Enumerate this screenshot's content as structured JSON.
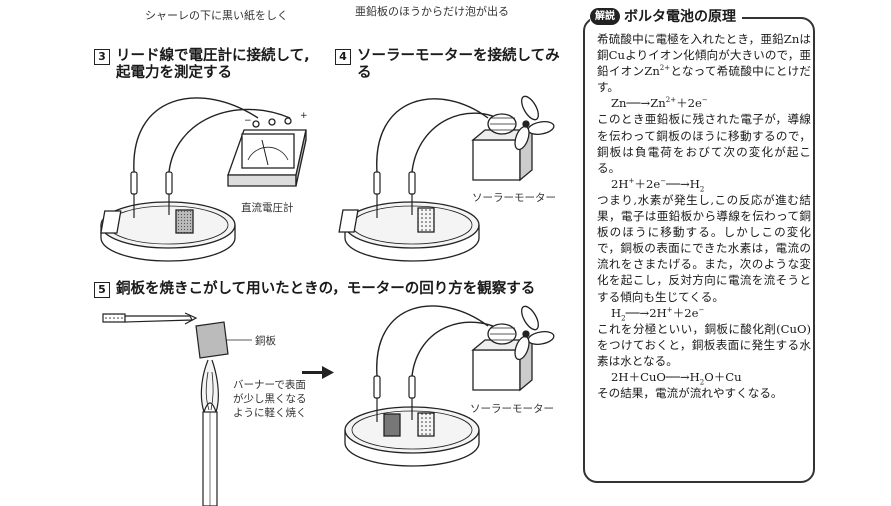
{
  "top_captions": {
    "left": "シャーレの下に黒い紙をしく",
    "right": "亜鉛板のほうからだけ泡が出る"
  },
  "steps": [
    {
      "num": "3",
      "title": "リード線で電圧計に接続して,\n起電力を測定する"
    },
    {
      "num": "4",
      "title": "ソーラーモーターを接続してみる"
    },
    {
      "num": "5",
      "title": "銅板を焼きこがして用いたときの，モーターの回り方を観察する"
    }
  ],
  "labels": {
    "voltmeter": "直流電圧計",
    "motor_1": "ソーラーモーター",
    "motor_2": "ソーラーモーター",
    "copper_plate": "銅板",
    "burner_note": "バーナーで表面\nが少し黒くなる\nように軽く焼く"
  },
  "sidebar": {
    "badge": "解説",
    "title": "ボルタ電池の原理",
    "paragraphs": [
      {
        "type": "text",
        "html": "希硫酸中に電極を入れたとき，亜鉛Znは銅Cuよりイオン化傾向が大きいので，亜鉛イオンZn<sup>2+</sup>となって希硫酸中にとけだす。"
      },
      {
        "type": "eq",
        "html": "Zn──→Zn<sup>2+</sup>＋2e<sup>−</sup>"
      },
      {
        "type": "text",
        "html": "このとき亜鉛板に残された電子が，導線を伝わって銅板のほうに移動するので，銅板は負電荷をおびて次の変化が起こる。"
      },
      {
        "type": "eq",
        "html": "2H<sup>+</sup>＋2e<sup>−</sup>──→H<sub>2</sub>"
      },
      {
        "type": "text",
        "html": "つまり,水素が発生し,この反応が進む結果，電子は亜鉛板から導線を伝わって銅板のほうに移動する。しかしこの変化で，銅板の表面にできた水素は，電流の流れをさまたげる。また，次のような変化を起こし，反対方向に電流を流そうとする傾向も生じてくる。"
      },
      {
        "type": "eq",
        "html": "H<sub>2</sub>──→2H<sup>+</sup>＋2e<sup>−</sup>"
      },
      {
        "type": "text",
        "html": "これを分極といい，銅板に酸化剤(CuO)をつけておくと，銅板表面に発生する水素は水となる。"
      },
      {
        "type": "eq",
        "html": "2H＋CuO──→H<sub>2</sub>O＋Cu"
      },
      {
        "type": "text",
        "html": "その結果，電流が流れやすくなる。"
      }
    ]
  }
}
